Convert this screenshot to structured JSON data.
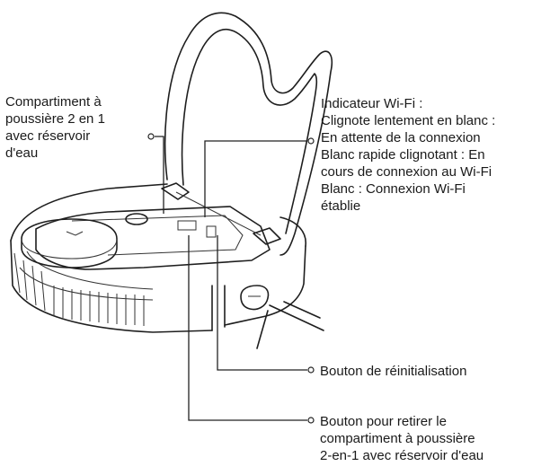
{
  "labels": {
    "compartment": [
      "Compartiment à",
      "poussière 2 en 1",
      "avec réservoir",
      "d'eau"
    ],
    "wifi": [
      "Indicateur Wi-Fi :",
      "Clignote lentement en blanc :",
      "En attente de la connexion",
      "Blanc rapide clignotant : En",
      "cours de connexion au Wi-Fi",
      "Blanc : Connexion Wi-Fi",
      "établie"
    ],
    "reset": [
      "Bouton de réinitialisation"
    ],
    "remove": [
      "Bouton pour retirer le",
      "compartiment à poussière",
      "2-en-1 avec réservoir d'eau"
    ]
  }
}
